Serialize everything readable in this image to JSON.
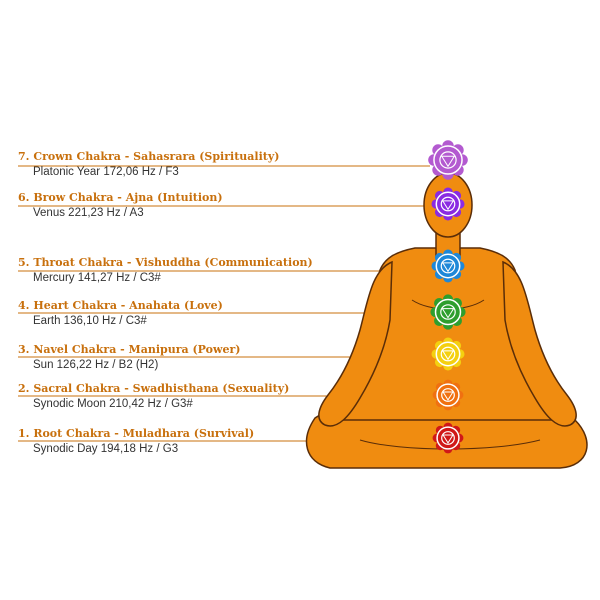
{
  "palette": {
    "body": "#f08c10",
    "outline": "#5a2d08",
    "line": "#c8700d",
    "title_text": "#c8700d",
    "sub_text": "#333333"
  },
  "chakras": [
    {
      "title": "7. Crown Chakra - Sahasrara (Spirituality)",
      "detail": "Platonic Year 172,06 Hz / F3",
      "color": "#b35ad0",
      "icon": "crown-chakra-om-icon"
    },
    {
      "title": "6. Brow Chakra - Ajna (Intuition)",
      "detail": "Venus 221,23 Hz / A3",
      "color": "#8a2be2",
      "icon": "brow-chakra-icon"
    },
    {
      "title": "5. Throat Chakra - Vishuddha (Communication)",
      "detail": "Mercury 141,27 Hz / C3#",
      "color": "#1e88d8",
      "icon": "throat-chakra-icon"
    },
    {
      "title": "4. Heart Chakra - Anahata (Love)",
      "detail": "Earth 136,10 Hz / C3#",
      "color": "#2e9e2e",
      "icon": "heart-chakra-icon"
    },
    {
      "title": "3. Navel Chakra - Manipura (Power)",
      "detail": "Sun 126,22 Hz / B2 (H2)",
      "color": "#f4d010",
      "icon": "navel-chakra-icon"
    },
    {
      "title": "2. Sacral Chakra - Swadhisthana (Sexuality)",
      "detail": "Synodic Moon 210,42 Hz / G3#",
      "color": "#f07010",
      "icon": "sacral-chakra-icon"
    },
    {
      "title": "1. Root Chakra - Muladhara (Survival)",
      "detail": "Synodic Day 194,18 Hz / G3",
      "color": "#d01818",
      "icon": "root-chakra-icon"
    }
  ]
}
